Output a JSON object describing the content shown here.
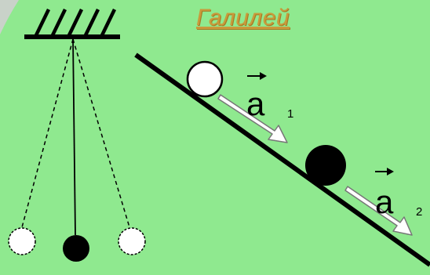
{
  "title": "Галилей",
  "labels": {
    "acc_1_letter": "a",
    "acc_1_sub": "1",
    "acc_2_letter": "a",
    "acc_2_sub": "2"
  },
  "colors": {
    "background": "#8fe98f",
    "title": "#c99a3b",
    "ink": "#000000",
    "white_ball": "#ffffff",
    "corner": "#c9d2c9"
  },
  "icons": {
    "support": "hatched-ceiling-support",
    "pendulum": "pendulum-bob",
    "incline": "inclined-plane",
    "arrow": "acceleration-arrow"
  }
}
